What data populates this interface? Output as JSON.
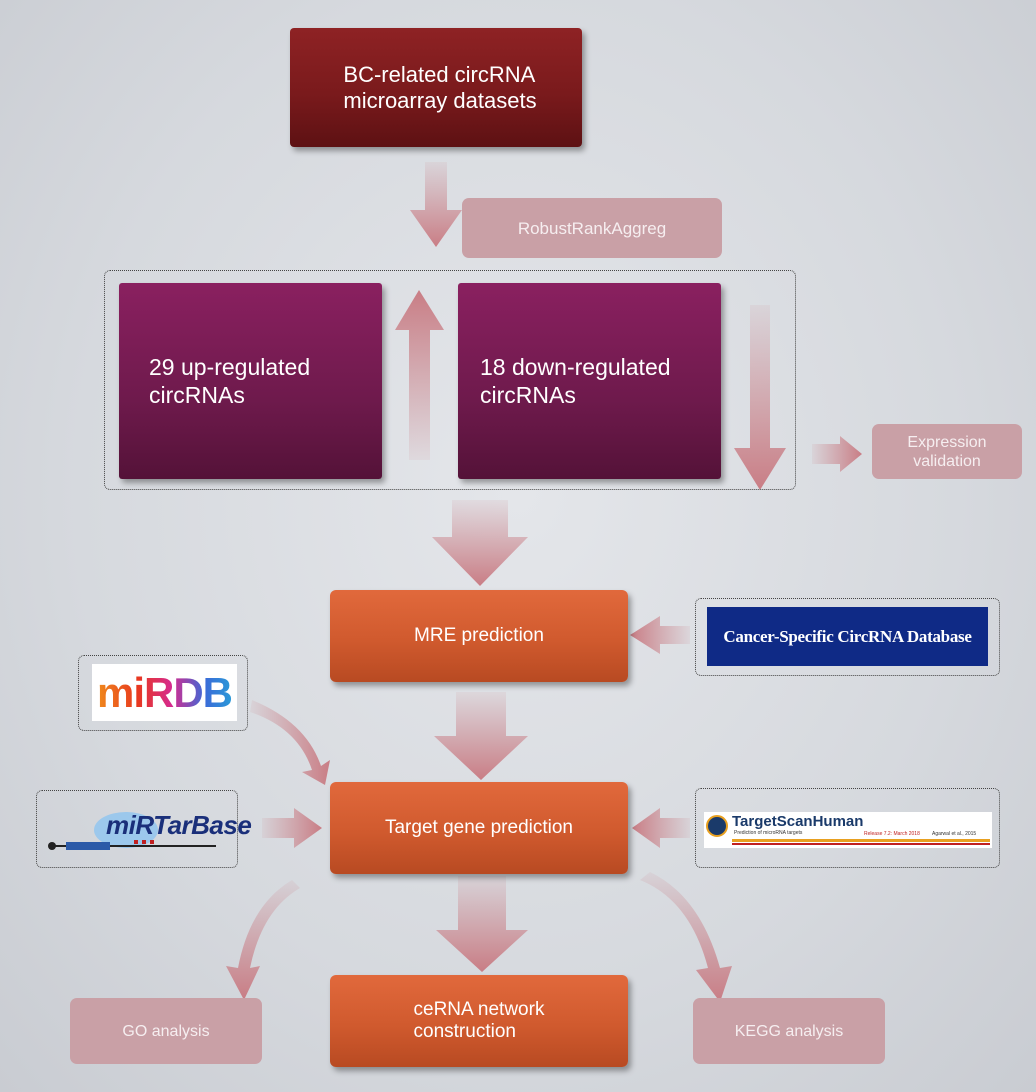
{
  "nodes": {
    "datasets": "BC-related  circRNA\nmicroarray datasets",
    "rra": "RobustRankAggreg",
    "up": "29 up-regulated\ncircRNAs",
    "down": "18 down-regulated\ncircRNAs",
    "validation": "Expression\nvalidation",
    "mre": "MRE prediction",
    "target": "Target gene prediction",
    "cerna": "ceRNA network\nconstruction",
    "go": "GO analysis",
    "kegg": "KEGG analysis"
  },
  "databases": {
    "cscd": "Cancer-Specific CircRNA Database",
    "mirdb": "miRDB",
    "mirtarbase": "miRTarBase",
    "targetscan": "TargetScanHuman",
    "targetscan_sub": "Prediction of microRNA targets",
    "targetscan_release": "Release 7.2: March 2018",
    "targetscan_cite": "Agarwal et al., 2015"
  },
  "colors": {
    "dark_red": "#7a1a1c",
    "purple": "#6e1a4c",
    "orange": "#d05a2e",
    "pink": "#c9a0a6",
    "arrow": "#c98088",
    "cscd_bg": "#0f2a86"
  }
}
